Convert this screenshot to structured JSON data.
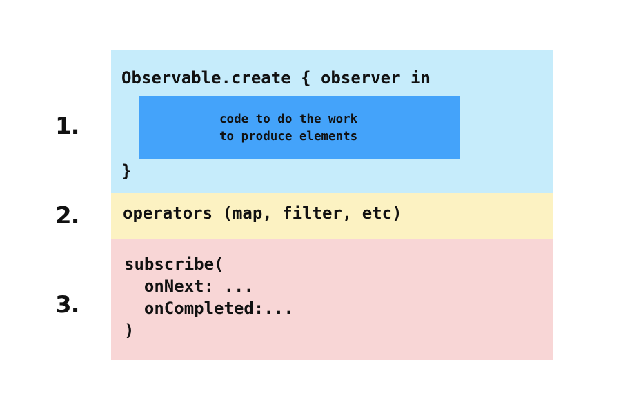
{
  "steps": {
    "one": "1.",
    "two": "2.",
    "three": "3."
  },
  "section_create": {
    "open_line": "Observable.create { observer in",
    "inner_lines": [
      "code to do the work",
      "to produce elements"
    ],
    "close_line": "}"
  },
  "section_operators": {
    "line": "operators (map, filter, etc)"
  },
  "section_subscribe": {
    "lines": [
      "subscribe(",
      "  onNext: ...",
      "  onCompleted:...",
      ")"
    ]
  },
  "colors": {
    "create_bg": "#c6ecfb",
    "inner_box_bg": "#44a3fa",
    "operators_bg": "#fcf2c2",
    "subscribe_bg": "#f8d6d6"
  }
}
